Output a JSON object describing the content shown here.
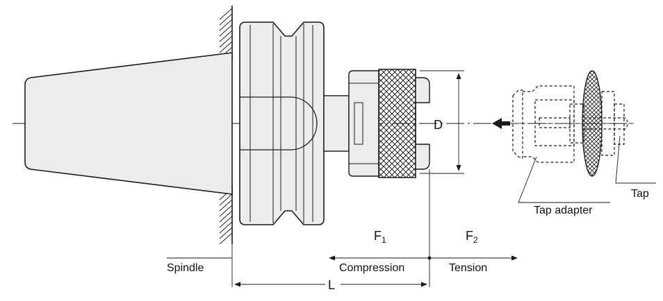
{
  "labels": {
    "D": "D",
    "F1": "F",
    "F1_sub": "1",
    "F2": "F",
    "F2_sub": "2",
    "compression": "Compression",
    "tension": "Tension",
    "spindle": "Spindle",
    "L": "L",
    "tap_adapter": "Tap adapter",
    "tap": "Tap"
  },
  "colors": {
    "line": "#1a1a1a",
    "fill": "#ececec",
    "background": "#ffffff"
  }
}
